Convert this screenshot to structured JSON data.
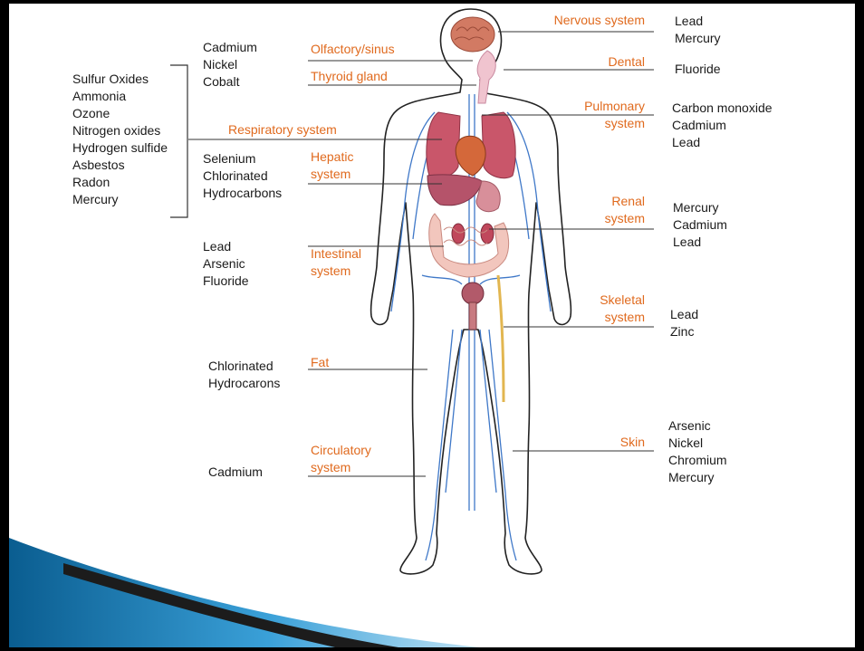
{
  "colors": {
    "system_label": "#e06a1e",
    "chemical_label": "#1a1a1a",
    "vessel": "#3f78c8",
    "organ": "#c9566a",
    "skin_outline": "#222222",
    "slide_accent": "#0b6aa0"
  },
  "labels": {
    "nervous": "Nervous system",
    "olfactory": "Olfactory/sinus",
    "dental": "Dental",
    "thyroid": "Thyroid gland",
    "respiratory": "Respiratory system",
    "pulmonary": [
      "Pulmonary",
      "system"
    ],
    "hepatic": [
      "Hepatic",
      "system"
    ],
    "renal": [
      "Renal",
      "system"
    ],
    "intestinal": [
      "Intestinal",
      "system"
    ],
    "skeletal": [
      "Skeletal",
      "system"
    ],
    "fat": "Fat",
    "skin": "Skin",
    "circulatory": [
      "Circulatory",
      "system"
    ]
  },
  "chemicals": {
    "nervous": [
      "Lead",
      "Mercury"
    ],
    "olfactory": [
      "Cadmium",
      "Nickel",
      "Cobalt"
    ],
    "dental": [
      "Fluoride"
    ],
    "respiratory": [
      "Sulfur Oxides",
      "Ammonia",
      "Ozone",
      "Nitrogen oxides",
      "Hydrogen sulfide",
      "Asbestos",
      "Radon",
      "Mercury"
    ],
    "pulmonary": [
      "Carbon monoxide",
      "Cadmium",
      "Lead"
    ],
    "hepatic": [
      "Selenium",
      "Chlorinated",
      "Hydrocarbons"
    ],
    "renal": [
      "Mercury",
      "Cadmium",
      "Lead"
    ],
    "intestinal": [
      "Lead",
      "Arsenic",
      "Fluoride"
    ],
    "skeletal": [
      "Lead",
      "Zinc"
    ],
    "fat": [
      "Chlorinated",
      "Hydrocarons"
    ],
    "skin": [
      "Arsenic",
      "Nickel",
      "Chromium",
      "Mercury"
    ],
    "circulatory": [
      "Cadmium"
    ]
  }
}
